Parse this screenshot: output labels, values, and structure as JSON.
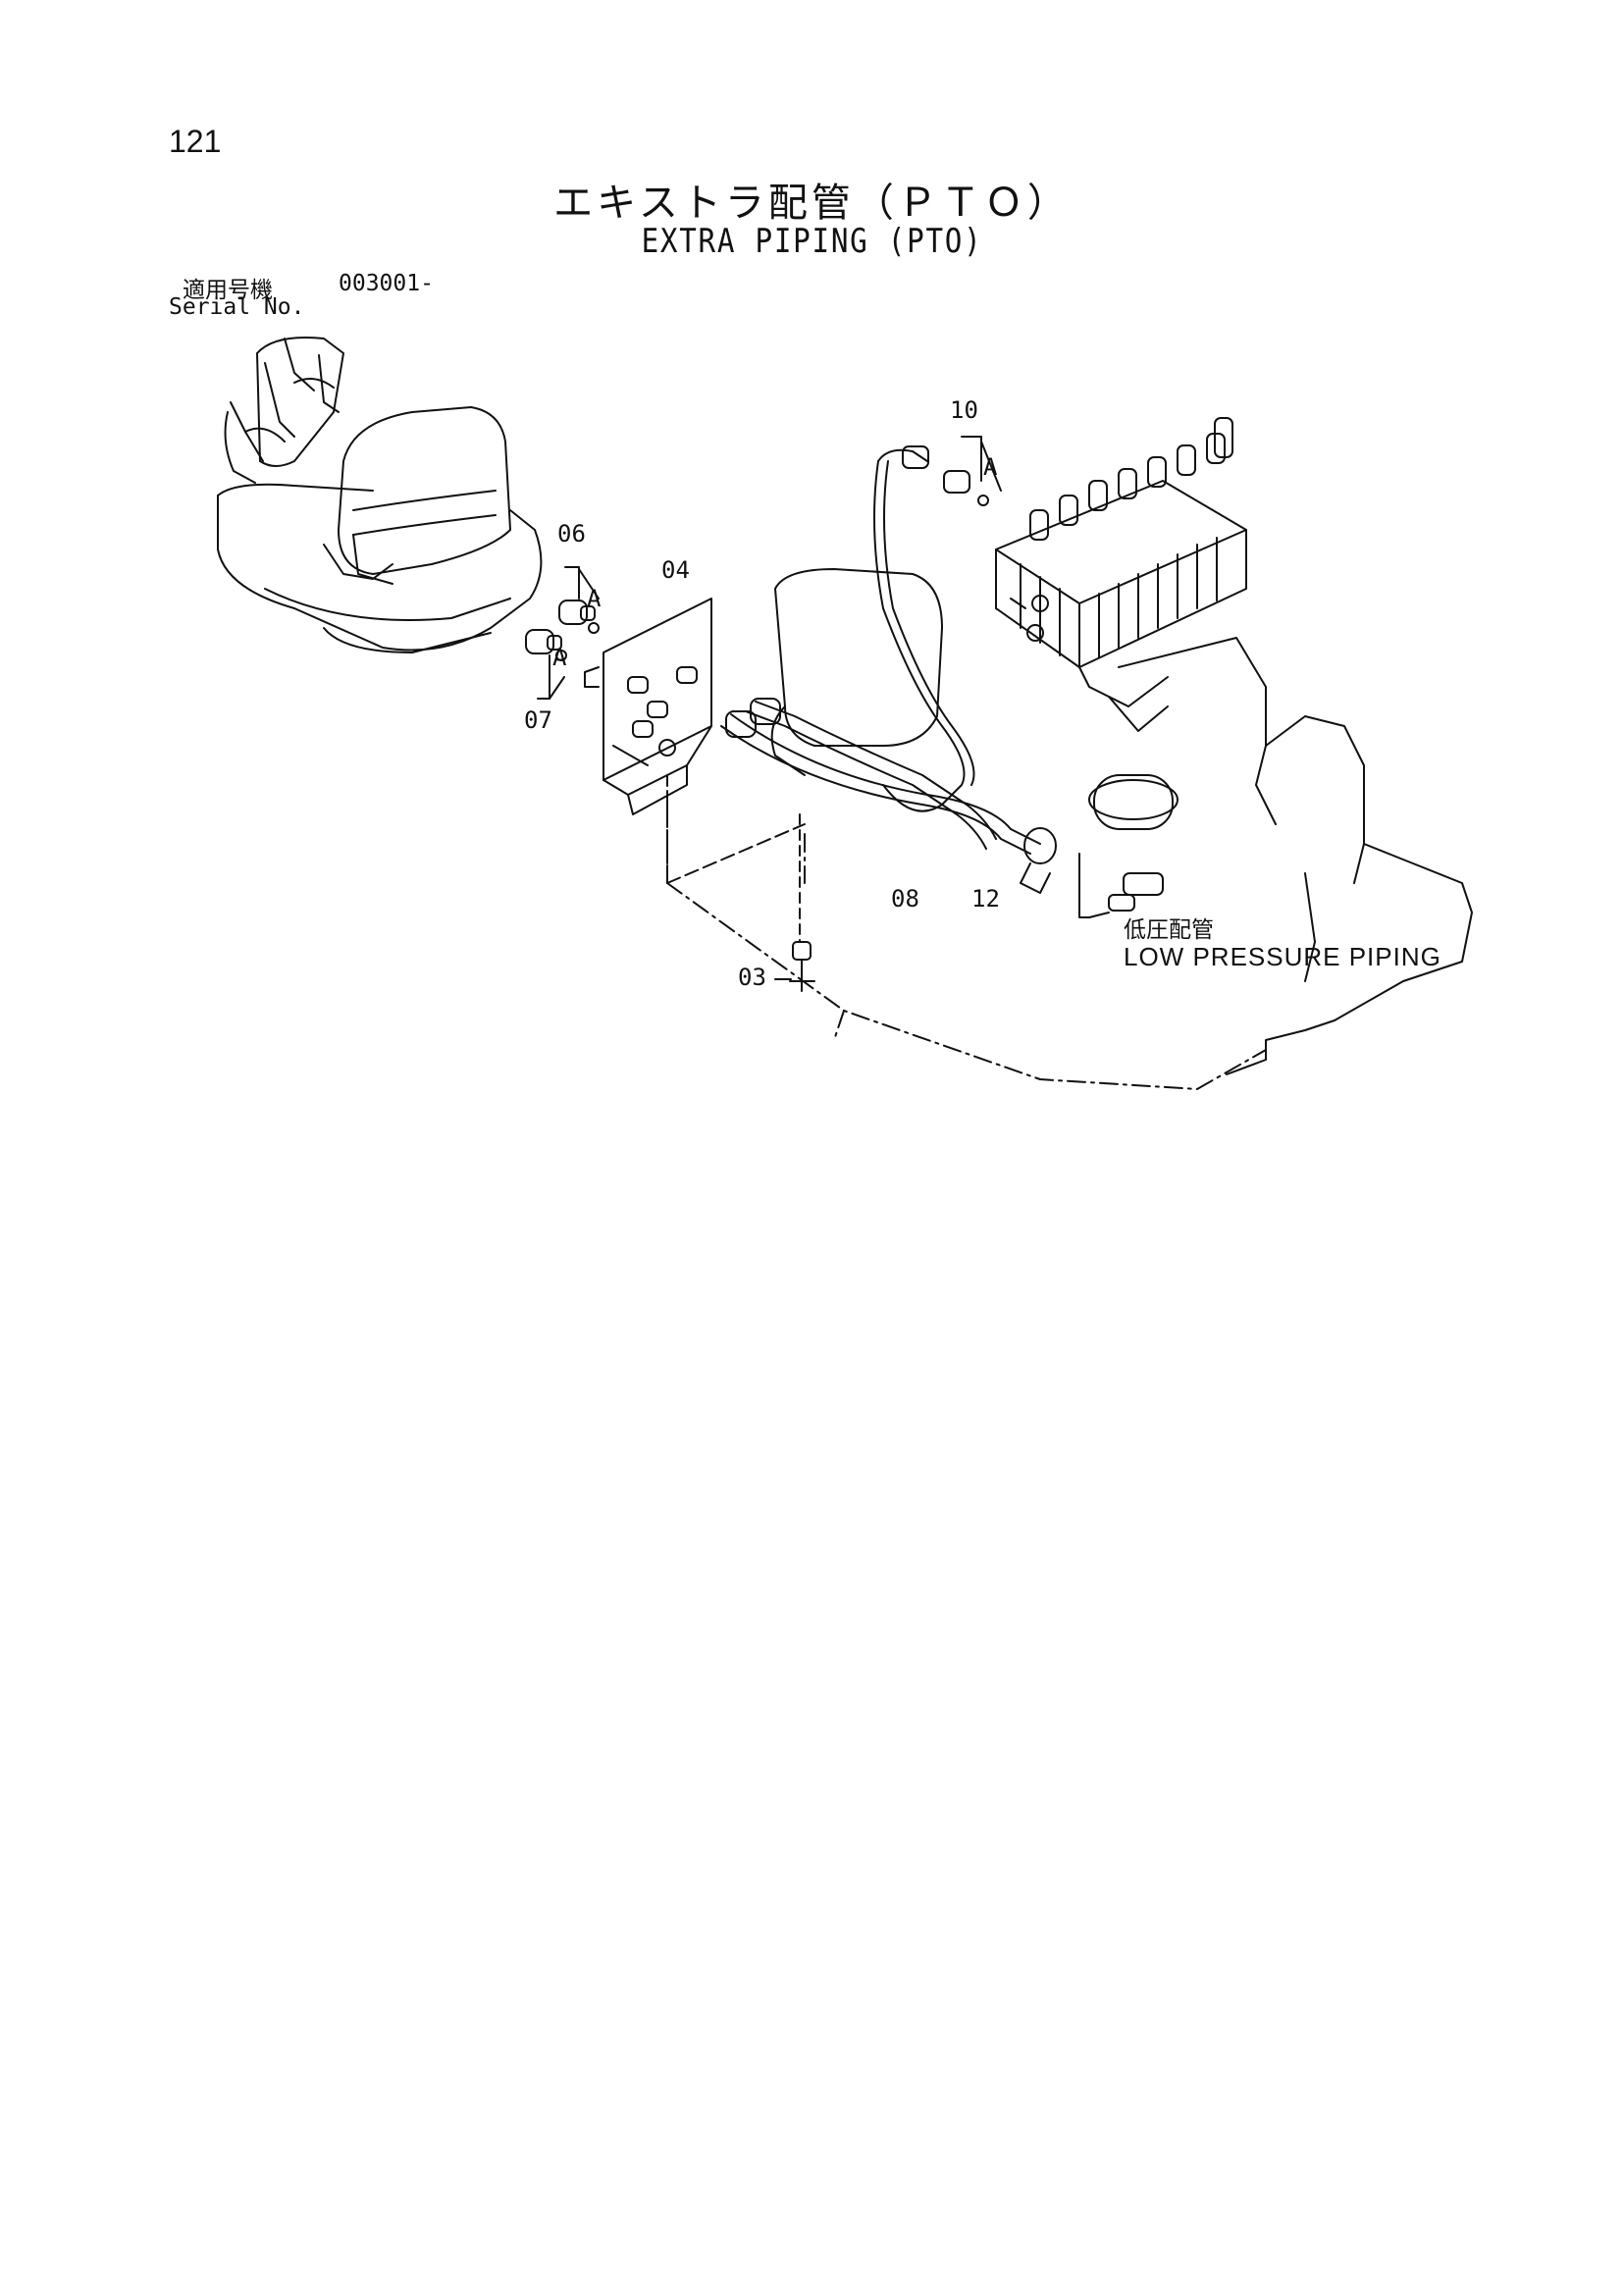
{
  "page": {
    "number": "121",
    "title_jp": "エキストラ配管（ＰＴＯ）",
    "title_en": "EXTRA PIPING (PTO)",
    "serial_label_jp": "適用号機",
    "serial_range": "003001-",
    "serial_label_en": "Serial No."
  },
  "callouts": {
    "c10": "10",
    "c06": "06",
    "c04": "04",
    "c07": "07",
    "c08": "08",
    "c12": "12",
    "c03": "03",
    "a1": "A",
    "a2": "A",
    "a3": "A"
  },
  "low_pressure": {
    "jp": "低圧配管",
    "en": "LOW PRESSURE PIPING"
  },
  "icons": [
    "seat-illustration",
    "control-valve-illustration",
    "bracket-illustration",
    "hose-illustration",
    "bolt-illustration"
  ]
}
